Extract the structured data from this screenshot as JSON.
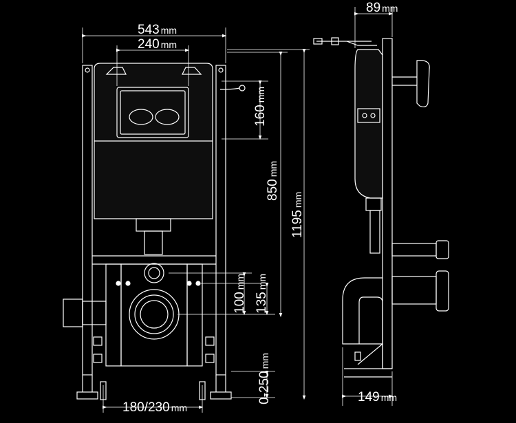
{
  "dimensions": {
    "frame_width": {
      "value": "543",
      "unit": "mm"
    },
    "cistern_width": {
      "value": "240",
      "unit": "mm"
    },
    "depth_top": {
      "value": "89",
      "unit": "mm"
    },
    "button_height": {
      "value": "160",
      "unit": "mm"
    },
    "cistern_height": {
      "value": "850",
      "unit": "mm"
    },
    "frame_height": {
      "value": "1195",
      "unit": "mm"
    },
    "inlet_offset": {
      "value": "100",
      "unit": "mm"
    },
    "outlet_offset": {
      "value": "135",
      "unit": "mm"
    },
    "leg_adjust": {
      "value": "0-250",
      "unit": "mm"
    },
    "bolt_spacing": {
      "value": "180/230",
      "unit": "mm"
    },
    "depth_bottom": {
      "value": "149",
      "unit": "mm"
    }
  },
  "colors": {
    "background": "#000000",
    "line": "#ffffff",
    "fill": "#0e0e0e"
  }
}
